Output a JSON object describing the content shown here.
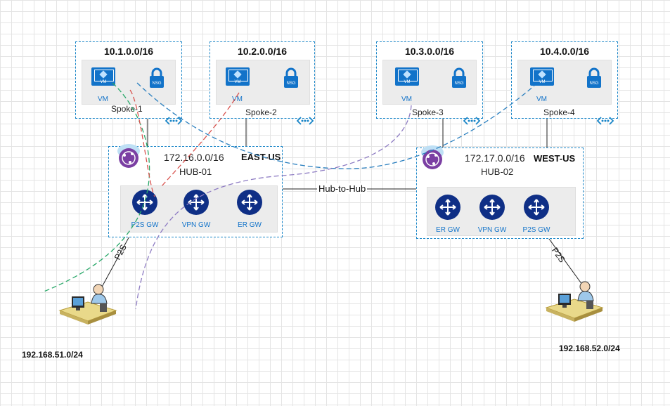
{
  "spokes": [
    {
      "cidr": "10.1.0.0/16",
      "name": "Spoke-1",
      "vm_label": "VM",
      "vm_text": "VM",
      "nsg_text": "NSG"
    },
    {
      "cidr": "10.2.0.0/16",
      "name": "Spoke-2",
      "vm_label": "VM",
      "vm_text": "VM",
      "nsg_text": "NSG"
    },
    {
      "cidr": "10.3.0.0/16",
      "name": "Spoke-3",
      "vm_label": "VM",
      "vm_text": "VM",
      "nsg_text": "NSG"
    },
    {
      "cidr": "10.4.0.0/16",
      "name": "Spoke-4",
      "vm_label": "VM",
      "vm_text": "VM",
      "nsg_text": "NSG"
    }
  ],
  "hubs": [
    {
      "cidr": "172.16.0.0/16",
      "region": "EAST-US",
      "name": "HUB-01",
      "gateways": [
        "P2S GW",
        "VPN GW",
        "ER GW"
      ]
    },
    {
      "cidr": "172.17.0.0/16",
      "region": "WEST-US",
      "name": "HUB-02",
      "gateways": [
        "ER GW",
        "VPN GW",
        "P2S GW"
      ]
    }
  ],
  "link": {
    "hub_to_hub": "Hub-to-Hub"
  },
  "clients": [
    {
      "subnet": "192.168.51.0/24",
      "connection": "P2S"
    },
    {
      "subnet": "192.168.52.0/24",
      "connection": "P2S"
    }
  ],
  "colors": {
    "box_border": "#1a86c8",
    "vm_blue": "#1273c9",
    "router_navy": "#0f2f86",
    "path_green": "#2aa86a",
    "path_red": "#d9534f",
    "path_blue": "#2a7fbf",
    "path_purple": "#8e7cc3"
  }
}
